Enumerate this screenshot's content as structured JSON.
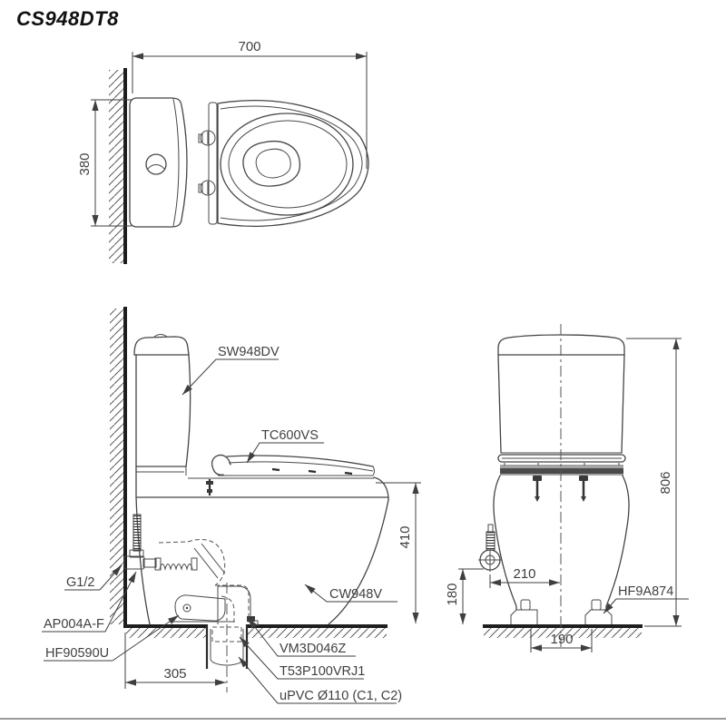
{
  "title": "CS948DT8",
  "colors": {
    "line": "#454545",
    "text": "#3f3f3f",
    "divider": "#9b9b9b"
  },
  "top_view": {
    "width_mm": "700",
    "depth_mm": "380"
  },
  "side_view": {
    "tank_label": "SW948DV",
    "seat_label": "TC600VS",
    "bowl_label": "CW948V",
    "supply_thread_label": "G1/2",
    "stop_valve_label": "AP004A-F",
    "fixing_kit_label": "HF90590U",
    "elbow_label": "VM3D046Z",
    "outlet_label": "T53P100VRJ1",
    "drain_pipe_label": "uPVC Ø110 (C1, C2)",
    "seat_height_mm": "410",
    "outlet_offset_mm": "305"
  },
  "front_view": {
    "bolt_cap_label": "HF9A874",
    "total_height_mm": "806",
    "supply_height_mm": "180",
    "supply_offset_mm": "210",
    "bolt_spacing_mm": "190"
  }
}
